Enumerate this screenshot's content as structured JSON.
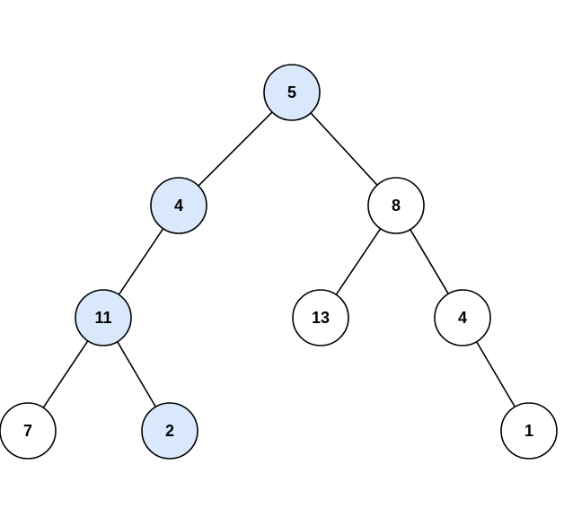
{
  "colors": {
    "highlight_fill": "#dae8fc",
    "default_fill": "#ffffff",
    "stroke": "#000000"
  },
  "tree": {
    "nodes": [
      {
        "id": "n5",
        "value": "5",
        "highlighted": true
      },
      {
        "id": "n4",
        "value": "4",
        "highlighted": true
      },
      {
        "id": "n8",
        "value": "8",
        "highlighted": false
      },
      {
        "id": "n11",
        "value": "11",
        "highlighted": true
      },
      {
        "id": "n13",
        "value": "13",
        "highlighted": false
      },
      {
        "id": "n4-right",
        "value": "4",
        "highlighted": false
      },
      {
        "id": "n7",
        "value": "7",
        "highlighted": false
      },
      {
        "id": "n2",
        "value": "2",
        "highlighted": true
      },
      {
        "id": "n1",
        "value": "1",
        "highlighted": false
      }
    ],
    "edges": [
      {
        "from": "n5",
        "to": "n4"
      },
      {
        "from": "n5",
        "to": "n8"
      },
      {
        "from": "n4",
        "to": "n11"
      },
      {
        "from": "n8",
        "to": "n13"
      },
      {
        "from": "n8",
        "to": "n4-right"
      },
      {
        "from": "n11",
        "to": "n7"
      },
      {
        "from": "n11",
        "to": "n2"
      },
      {
        "from": "n4-right",
        "to": "n1"
      }
    ]
  }
}
